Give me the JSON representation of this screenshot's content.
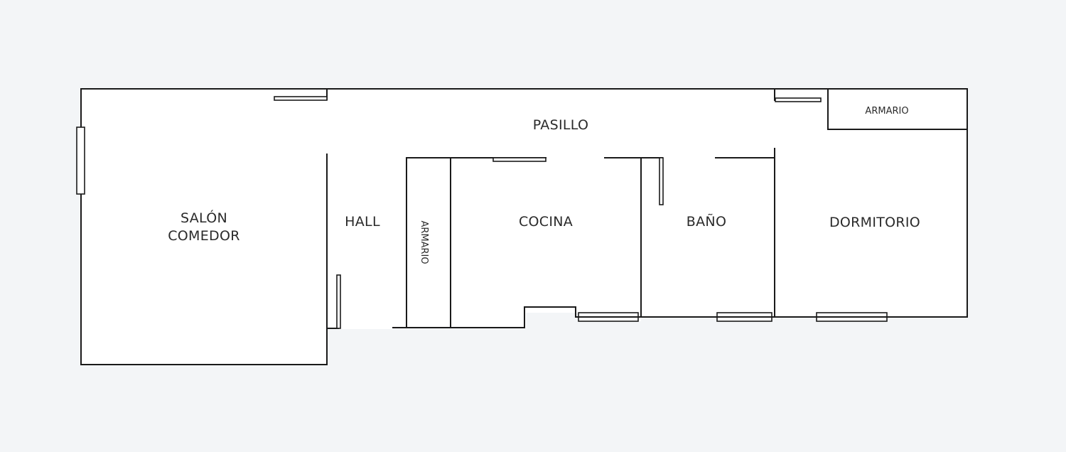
{
  "rooms": {
    "pasillo": "PASILLO",
    "armario_top": "ARMARIO",
    "salon_line1": "SALÓN",
    "salon_line2": "COMEDOR",
    "hall": "HALL",
    "armario_side": "ARMARIO",
    "cocina": "COCINA",
    "bano": "BAÑO",
    "dormitorio": "DORMITORIO"
  },
  "colors": {
    "background": "#f3f5f7",
    "wall": "#1a1a1a",
    "floor": "#ffffff"
  }
}
